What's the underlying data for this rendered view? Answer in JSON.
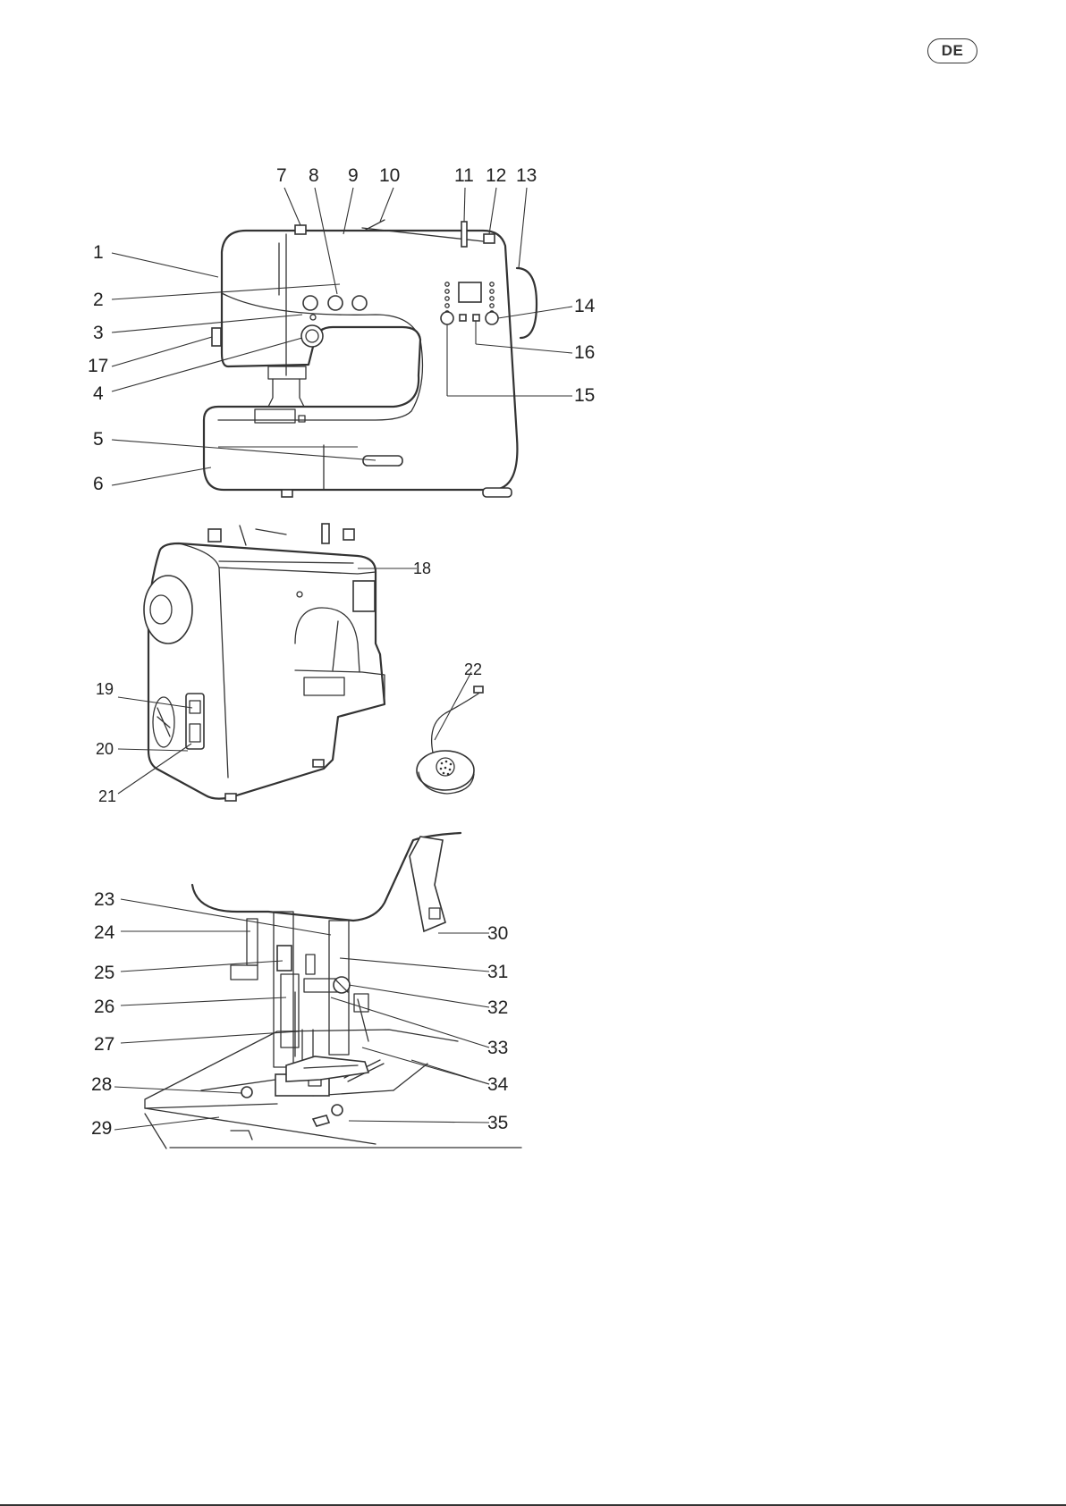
{
  "header": {
    "language_badge": "DE"
  },
  "figure_front": {
    "labels": [
      "1",
      "2",
      "3",
      "4",
      "5",
      "6",
      "7",
      "8",
      "9",
      "10",
      "11",
      "12",
      "13",
      "14",
      "15",
      "16",
      "17"
    ]
  },
  "figure_back": {
    "labels": [
      "18",
      "19",
      "20",
      "21",
      "22"
    ]
  },
  "figure_detail": {
    "labels": [
      "23",
      "24",
      "25",
      "26",
      "27",
      "28",
      "29",
      "30",
      "31",
      "32",
      "33",
      "34",
      "35"
    ]
  }
}
